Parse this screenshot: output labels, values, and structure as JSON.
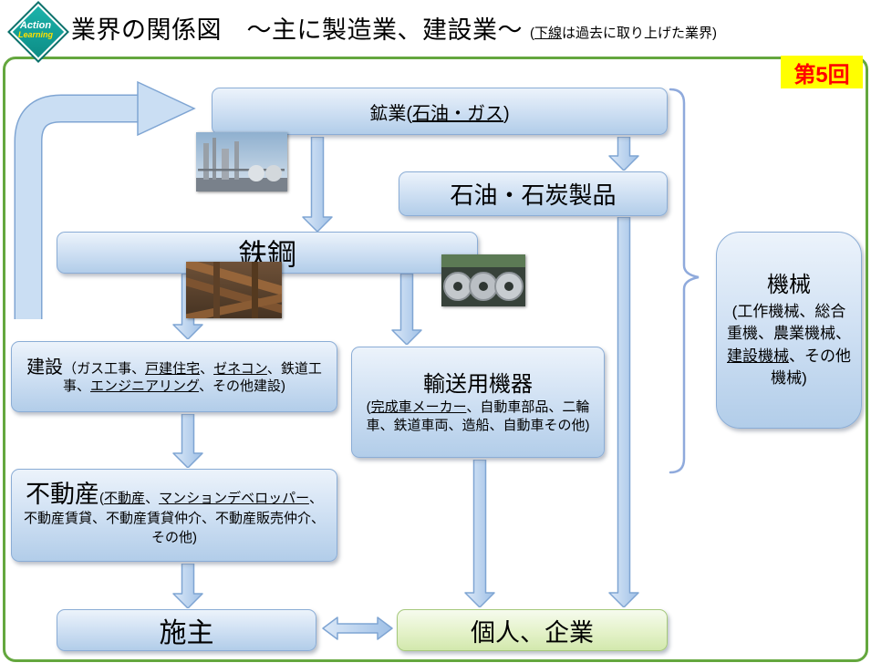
{
  "header": {
    "logo": {
      "line1": "Action",
      "line2": "Learning"
    },
    "title": "業界の関係図　～主に製造業、建設業～",
    "subtitle_segments": [
      {
        "t": "("
      },
      {
        "t": "下線",
        "u": true
      },
      {
        "t": "は過去に取り上げた業界)"
      }
    ],
    "badge": "第5回"
  },
  "boxes": {
    "mining": {
      "segments": [
        {
          "t": "鉱業("
        },
        {
          "t": "石油・ガス",
          "u": true
        },
        {
          "t": ")"
        }
      ]
    },
    "petroleum": {
      "label": "石油・石炭製品"
    },
    "steel": {
      "label": "鉄鋼"
    },
    "construction": {
      "segments": [
        {
          "t": "建設",
          "big": true
        },
        {
          "t": "（ガス工事、"
        },
        {
          "t": "戸建住宅",
          "u": true
        },
        {
          "t": "、"
        },
        {
          "t": "ゼネコン",
          "u": true
        },
        {
          "t": "、鉄道工事、"
        },
        {
          "t": "エンジニアリング",
          "u": true
        },
        {
          "t": "、その他建設)"
        }
      ]
    },
    "transport": {
      "title": "輸送用機器",
      "segments": [
        {
          "t": "("
        },
        {
          "t": "完成車メーカー",
          "u": true
        },
        {
          "t": "、自動車部品、二輪車、鉄道車両、造船、自動車その他)"
        }
      ]
    },
    "realestate": {
      "segments": [
        {
          "t": "不動産",
          "big": true
        },
        {
          "t": "("
        },
        {
          "t": "不動産",
          "u": true
        },
        {
          "t": "、"
        },
        {
          "t": "マンションデベロッパー",
          "u": true
        },
        {
          "t": "、不動産賃貸、不動産賃貸仲介、不動産販売仲介、その他)"
        }
      ]
    },
    "machinery": {
      "title": "機械",
      "segments": [
        {
          "t": "(工作機械、総合重機、農業機械、"
        },
        {
          "t": "建設機械",
          "u": true
        },
        {
          "t": "、その他機械)"
        }
      ]
    },
    "owner": {
      "label": "施主"
    },
    "individuals": {
      "label": "個人、企業"
    }
  },
  "colors": {
    "box_border": "#8badd6",
    "box_fill_top": "#ecf3fb",
    "box_fill_bottom": "#b2cde9",
    "green_box_border": "#a6c97c",
    "slide_border": "#64a73e",
    "badge_bg": "#ffff00",
    "badge_text": "#ff0000",
    "arrow_stroke": "#7fa5d3"
  }
}
